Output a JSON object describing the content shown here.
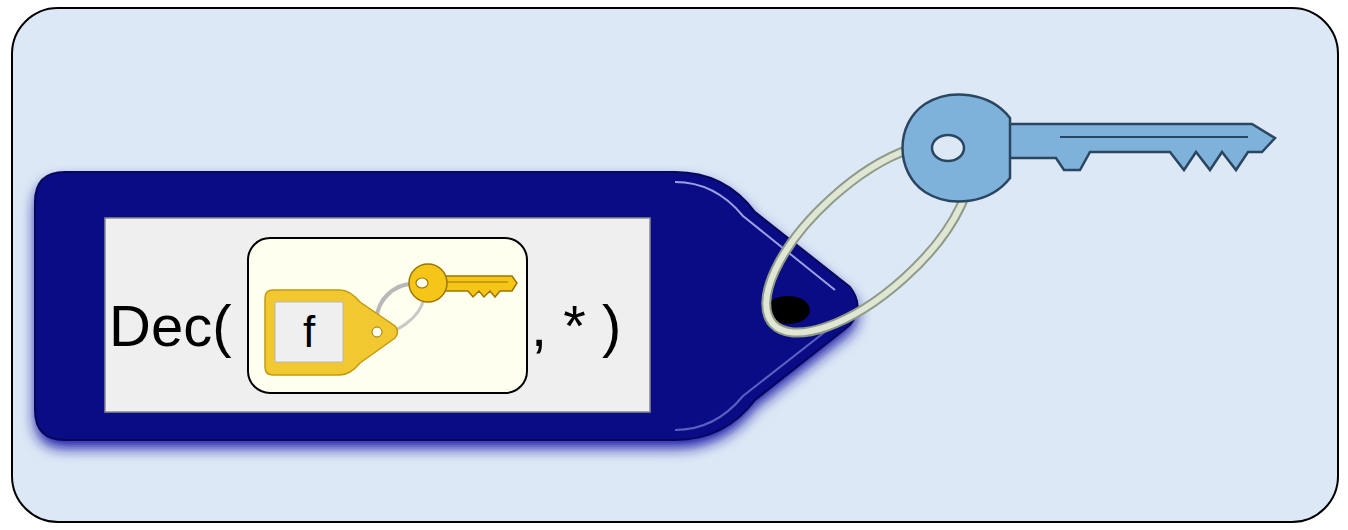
{
  "diagram": {
    "nodes": [
      {
        "text": [
          "Dec(",
          ", * )"
        ]
      },
      {
        "text": [
          "f"
        ],
        "in": 0
      }
    ]
  }
}
